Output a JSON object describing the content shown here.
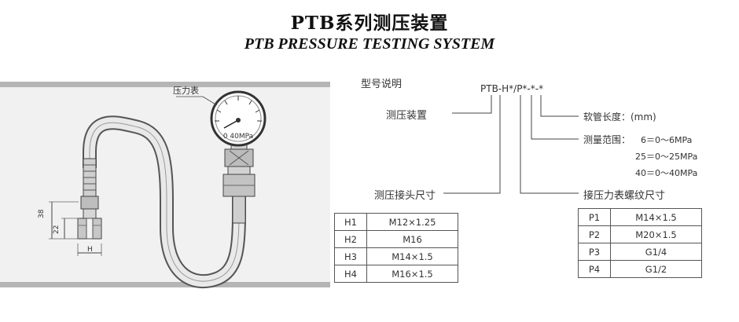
{
  "title_cn": "PTB系列测压装置",
  "title_en": "PTB PRESSURE TESTING SYSTEM",
  "drawing": {
    "gauge_label": "压力表",
    "gauge_dial": "0 40MPa",
    "dim_38": "38",
    "dim_22": "22",
    "dim_H": "H"
  },
  "model": {
    "heading": "型号说明",
    "code": "PTB-H*/P*-*-*",
    "device": "测压装置",
    "hose_length": "软管长度：(mm)",
    "range_label": "测量范围：",
    "range_1": "6＝0～6MPa",
    "range_2": "25＝0～25MPa",
    "range_3": "40＝0～40MPa",
    "joint_size": "测压接头尺寸",
    "gauge_thread": "接压力表螺纹尺寸"
  },
  "h_table": [
    {
      "code": "H1",
      "value": "M12×1.25"
    },
    {
      "code": "H2",
      "value": "M16"
    },
    {
      "code": "H3",
      "value": "M14×1.5"
    },
    {
      "code": "H4",
      "value": "M16×1.5"
    }
  ],
  "p_table": [
    {
      "code": "P1",
      "value": "M14×1.5"
    },
    {
      "code": "P2",
      "value": "M20×1.5"
    },
    {
      "code": "P3",
      "value": "G1/4"
    },
    {
      "code": "P4",
      "value": "G1/2"
    }
  ]
}
